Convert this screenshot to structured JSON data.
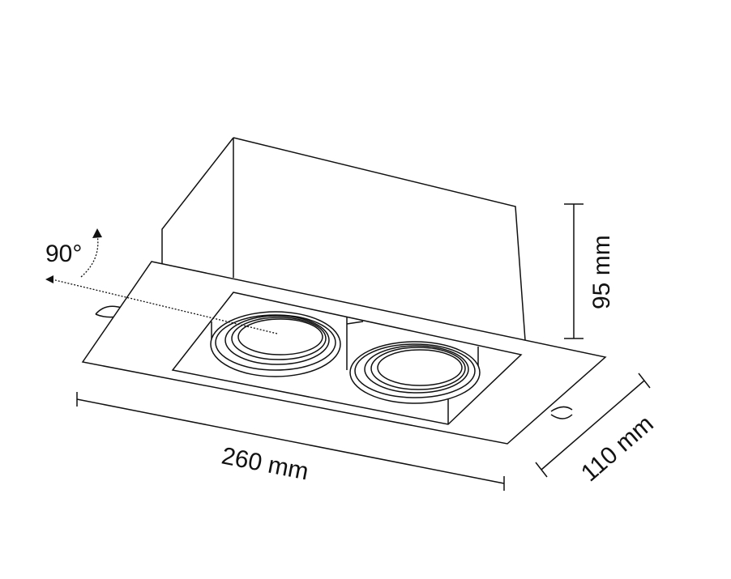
{
  "dimensions": {
    "height": "95 mm",
    "width": "260 mm",
    "depth": "110 mm",
    "rotation": "90°"
  },
  "colors": {
    "line": "#111111",
    "background": "#ffffff"
  }
}
